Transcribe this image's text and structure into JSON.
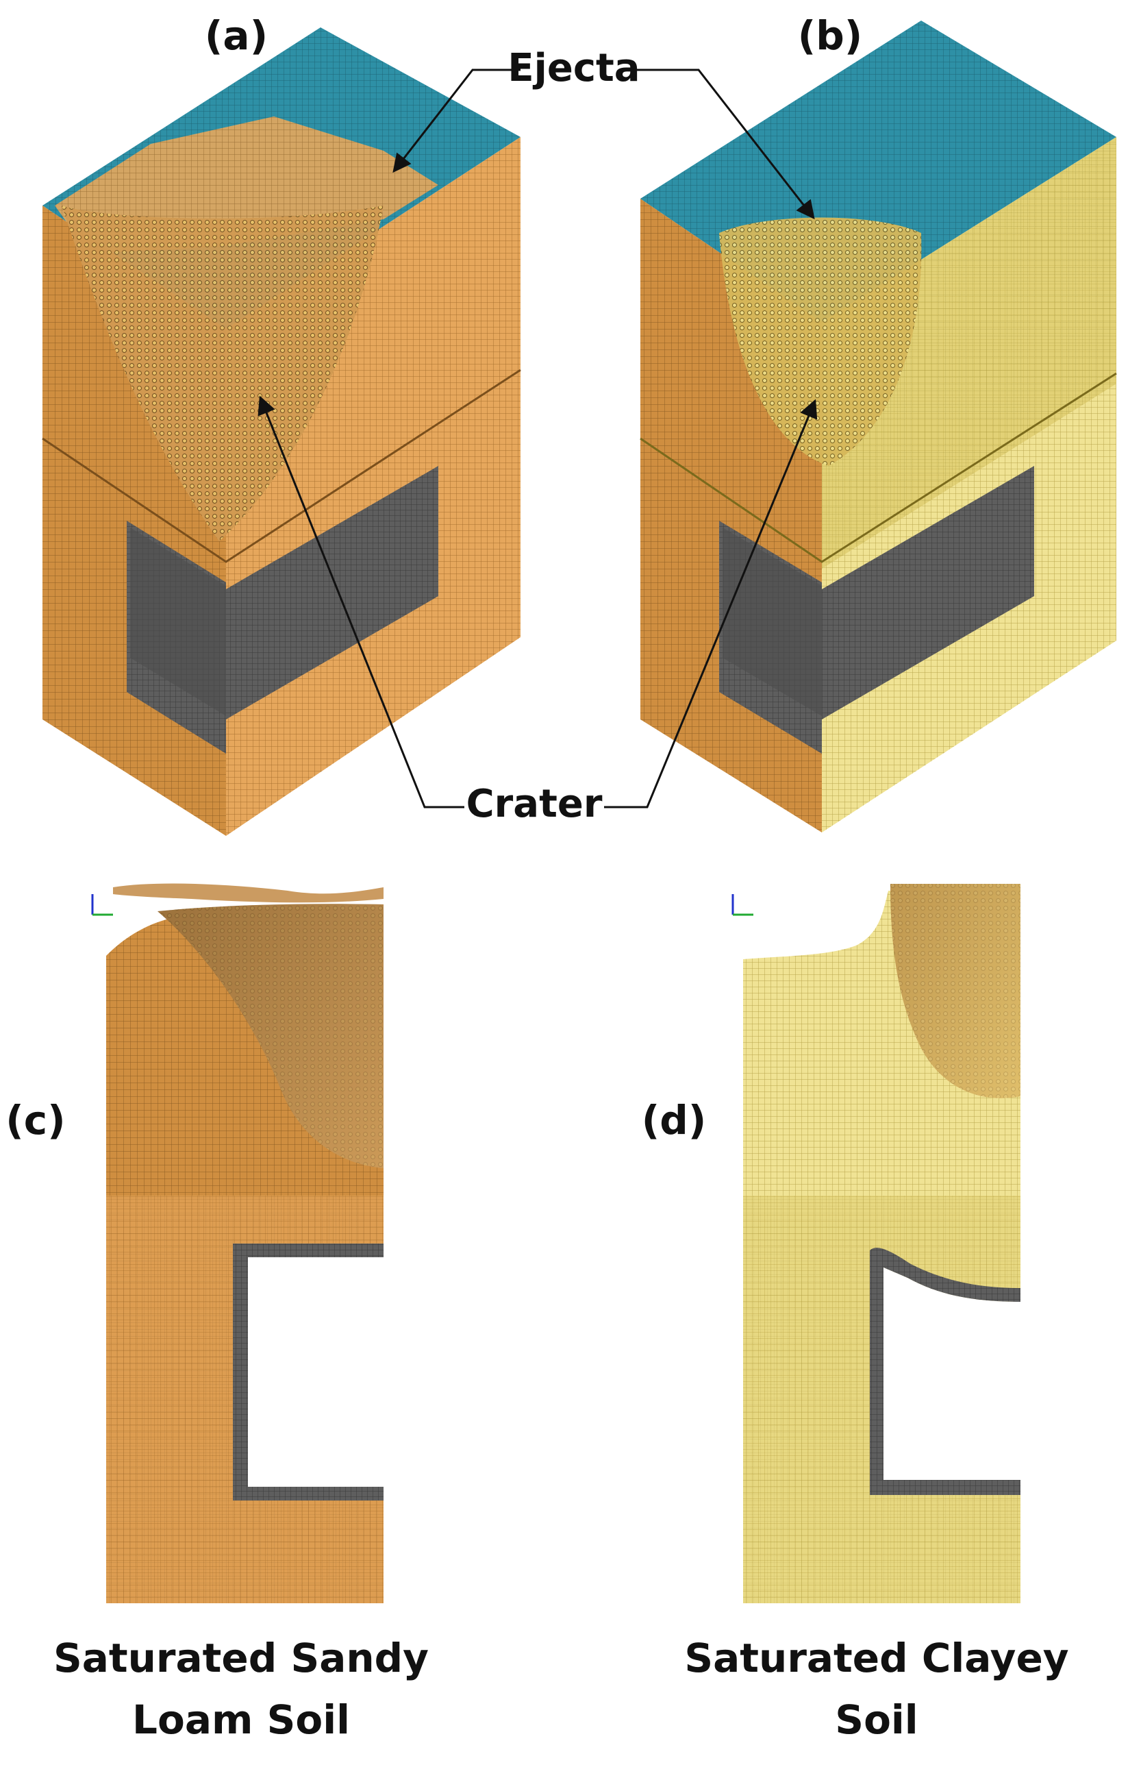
{
  "panels": {
    "a": {
      "label": "(a)"
    },
    "b": {
      "label": "(b)"
    },
    "c": {
      "label": "(c)"
    },
    "d": {
      "label": "(d)"
    }
  },
  "annotations": {
    "ejecta": "Ejecta",
    "crater": "Crater"
  },
  "captions": {
    "left_line1": "Saturated Sandy",
    "left_line2": "Loam Soil",
    "right_line1": "Saturated Clayey",
    "right_line2": "Soil"
  },
  "colors": {
    "surface_blue": "#2E8DA3",
    "sandy_soil": "#C98A3A",
    "sandy_soil_light": "#E3A65E",
    "clayey_soil": "#DCCB6A",
    "clayey_soil_light": "#F1E79C",
    "steel_gray": "#5C5C5C",
    "crater_sandy": "#B8894E",
    "crater_clayey": "#D2B86A"
  }
}
